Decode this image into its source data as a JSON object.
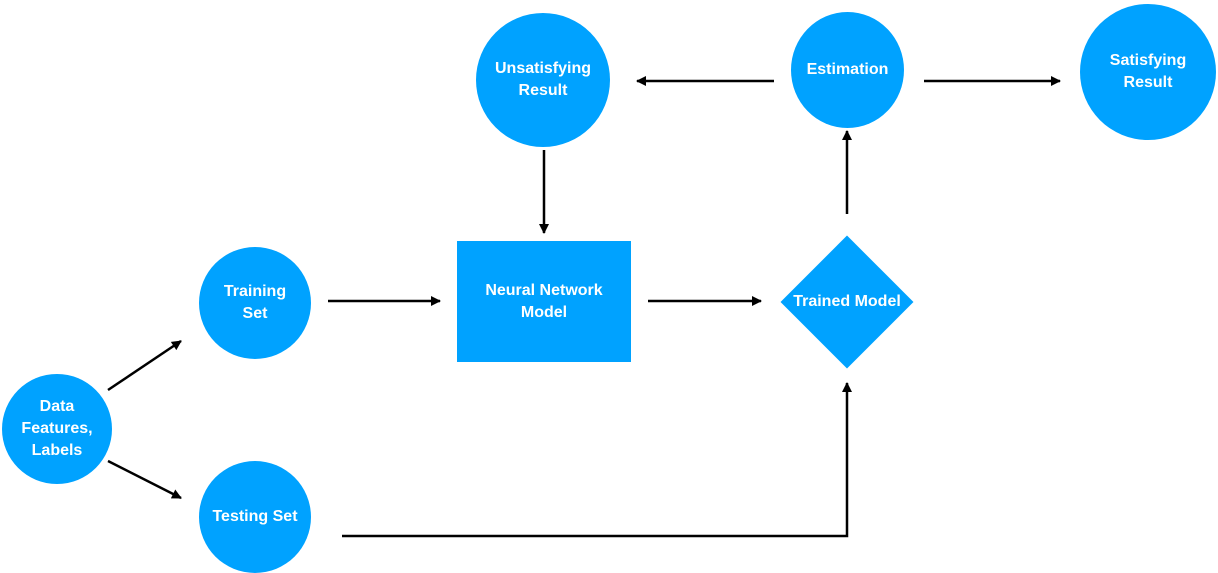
{
  "nodes": {
    "data": {
      "line1": "Data",
      "line2": "Features,",
      "line3": "Labels"
    },
    "training_set": {
      "line1": "Training",
      "line2": "Set"
    },
    "testing_set": {
      "line1": "Testing Set"
    },
    "neural_network_model": {
      "line1": "Neural Network",
      "line2": "Model"
    },
    "trained_model": {
      "line1": "Trained",
      "line2": "Model"
    },
    "estimation": {
      "line1": "Estimation"
    },
    "unsatisfying_result": {
      "line1": "Unsatisfying",
      "line2": "Result"
    },
    "satisfying_result": {
      "line1": "Satisfying",
      "line2": "Result"
    }
  },
  "colors": {
    "node_fill": "#00a2ff",
    "node_text": "#ffffff",
    "arrow": "#000000",
    "background": "#ffffff"
  }
}
